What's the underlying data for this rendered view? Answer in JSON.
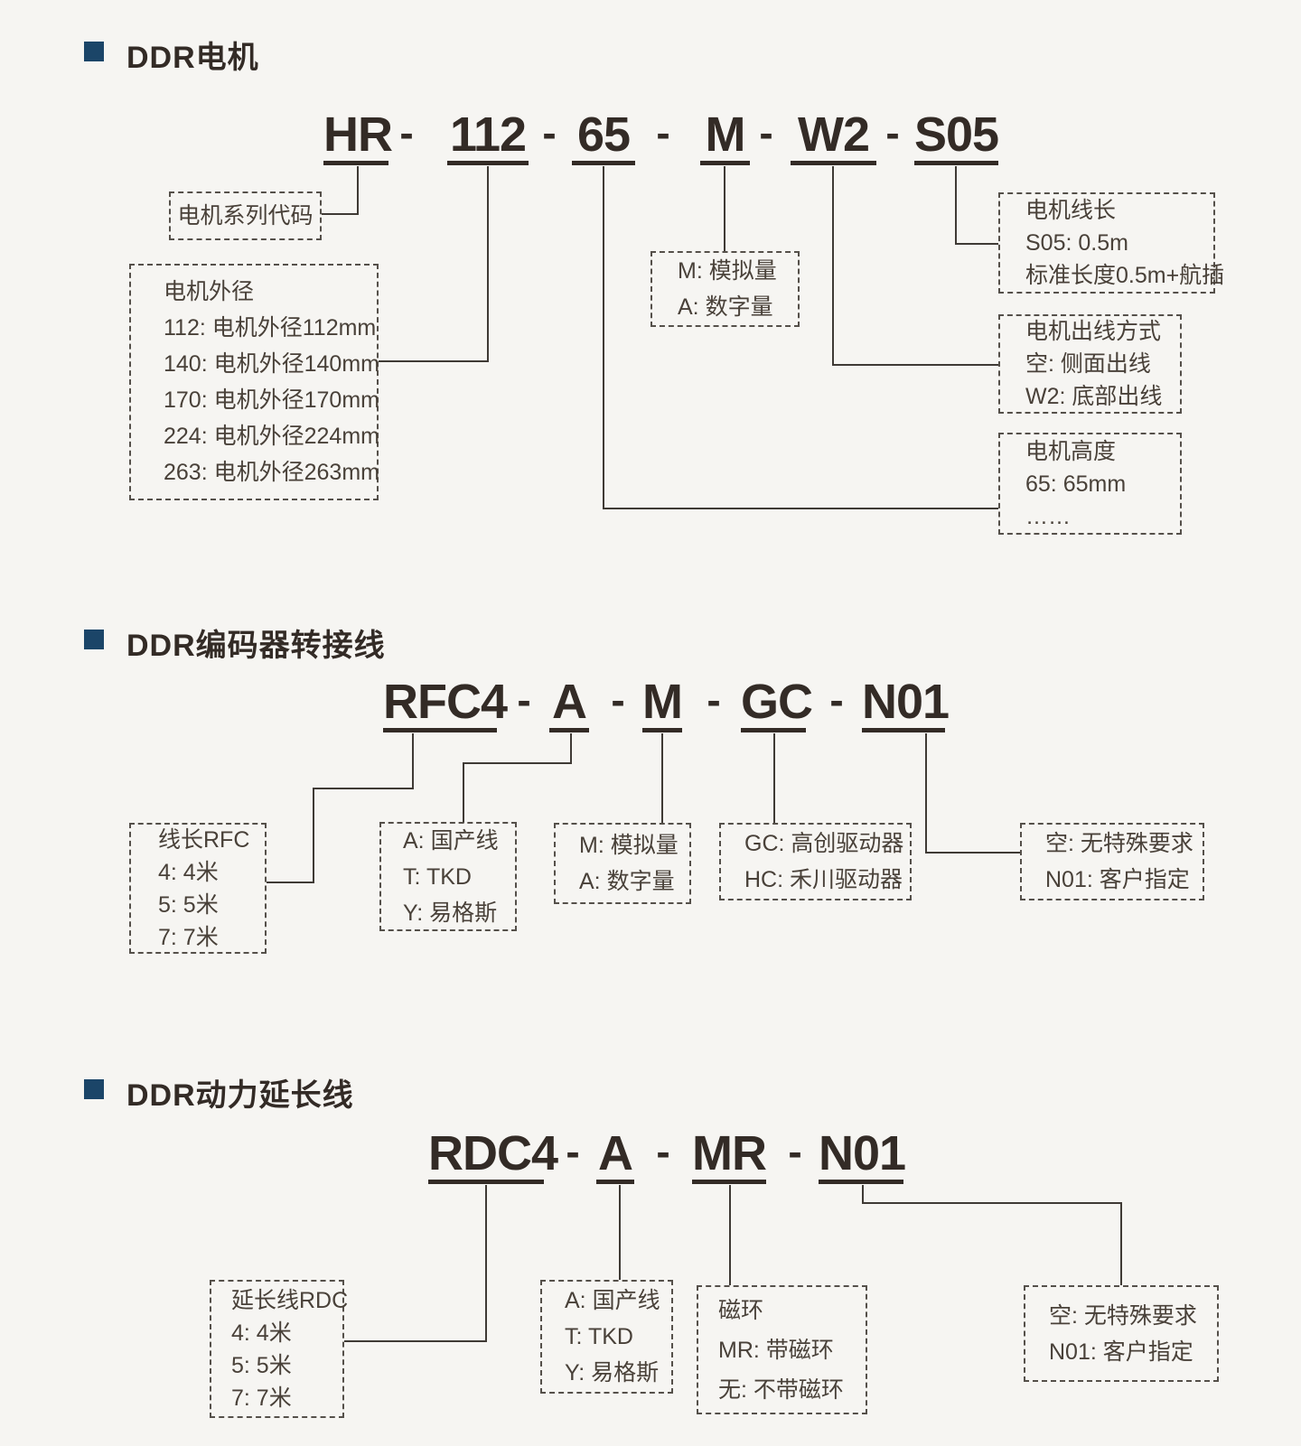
{
  "colors": {
    "background": "#f6f5f2",
    "accent_bullet": "#1b4568",
    "code_text": "#332b26",
    "box_text": "#494139",
    "box_border": "#55504a",
    "connector": "#3f3a35"
  },
  "sections": [
    {
      "title": "DDR电机",
      "code": {
        "segments": [
          "HR",
          "112",
          "65",
          "M",
          "W2",
          "S05"
        ],
        "separator": "-"
      },
      "boxes": {
        "series": {
          "lines": [
            "电机系列代码"
          ]
        },
        "diameter": {
          "lines": [
            "电机外径",
            "112: 电机外径112mm",
            "140: 电机外径140mm",
            "170: 电机外径170mm",
            "224: 电机外径224mm",
            "263: 电机外径263mm"
          ]
        },
        "signal": {
          "lines": [
            "M: 模拟量",
            "A: 数字量"
          ]
        },
        "cable_length": {
          "lines": [
            "电机线长",
            "S05: 0.5m",
            "标准长度0.5m+航插"
          ]
        },
        "outlet": {
          "lines": [
            "电机出线方式",
            "空: 侧面出线",
            "W2: 底部出线"
          ]
        },
        "height": {
          "lines": [
            "电机高度",
            "65: 65mm",
            "……"
          ]
        }
      }
    },
    {
      "title": "DDR编码器转接线",
      "code": {
        "segments": [
          "RFC4",
          "A",
          "M",
          "GC",
          "N01"
        ],
        "separator": "-"
      },
      "boxes": {
        "length": {
          "lines": [
            "线长RFC",
            "4: 4米",
            "5: 5米",
            "7: 7米"
          ]
        },
        "brand": {
          "lines": [
            "A: 国产线",
            "T: TKD",
            "Y: 易格斯"
          ]
        },
        "signal": {
          "lines": [
            "M: 模拟量",
            "A: 数字量"
          ]
        },
        "driver": {
          "lines": [
            "GC: 高创驱动器",
            "HC: 禾川驱动器"
          ]
        },
        "custom": {
          "lines": [
            "空: 无特殊要求",
            "N01: 客户指定"
          ]
        }
      }
    },
    {
      "title": "DDR动力延长线",
      "code": {
        "segments": [
          "RDC4",
          "A",
          "MR",
          "N01"
        ],
        "separator": "-"
      },
      "boxes": {
        "length": {
          "lines": [
            "延长线RDC",
            "4: 4米",
            "5: 5米",
            "7: 7米"
          ]
        },
        "brand": {
          "lines": [
            "A: 国产线",
            "T: TKD",
            "Y: 易格斯"
          ]
        },
        "ring": {
          "lines": [
            "磁环",
            "MR: 带磁环",
            "无: 不带磁环"
          ]
        },
        "custom": {
          "lines": [
            "空: 无特殊要求",
            "N01: 客户指定"
          ]
        }
      }
    }
  ]
}
